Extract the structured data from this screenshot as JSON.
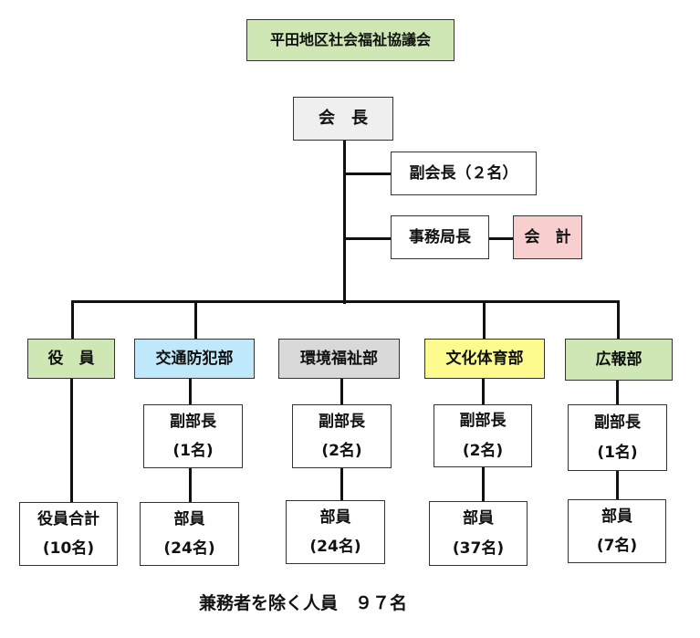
{
  "org": {
    "title": "平田地区社会福祉協議会",
    "president": "会　長",
    "vice_president": "副会長（２名）",
    "secretary_general": "事務局長",
    "accountant": "会　計"
  },
  "departments": [
    {
      "name": "役　員",
      "color": "#cfe7b4",
      "member_line1": "役員合計",
      "member_line2": "(10名)"
    },
    {
      "name": "交通防犯部",
      "color": "#bfe8fb",
      "vice_line1": "副部長",
      "vice_line2": "(1名)",
      "member_line1": "部員",
      "member_line2": "(24名)"
    },
    {
      "name": "環境福祉部",
      "color": "#d9d9d9",
      "vice_line1": "副部長",
      "vice_line2": "(2名)",
      "member_line1": "部員",
      "member_line2": "(24名)"
    },
    {
      "name": "文化体育部",
      "color": "#fdfb8e",
      "vice_line1": "副部長",
      "vice_line2": "(2名)",
      "member_line1": "部員",
      "member_line2": "(37名)"
    },
    {
      "name": "広報部",
      "color": "#cfe7b4",
      "vice_line1": "副部長",
      "vice_line2": "(1名)",
      "member_line1": "部員",
      "member_line2": "(7名)"
    }
  ],
  "footer_note": "兼務者を除く人員　９７名"
}
